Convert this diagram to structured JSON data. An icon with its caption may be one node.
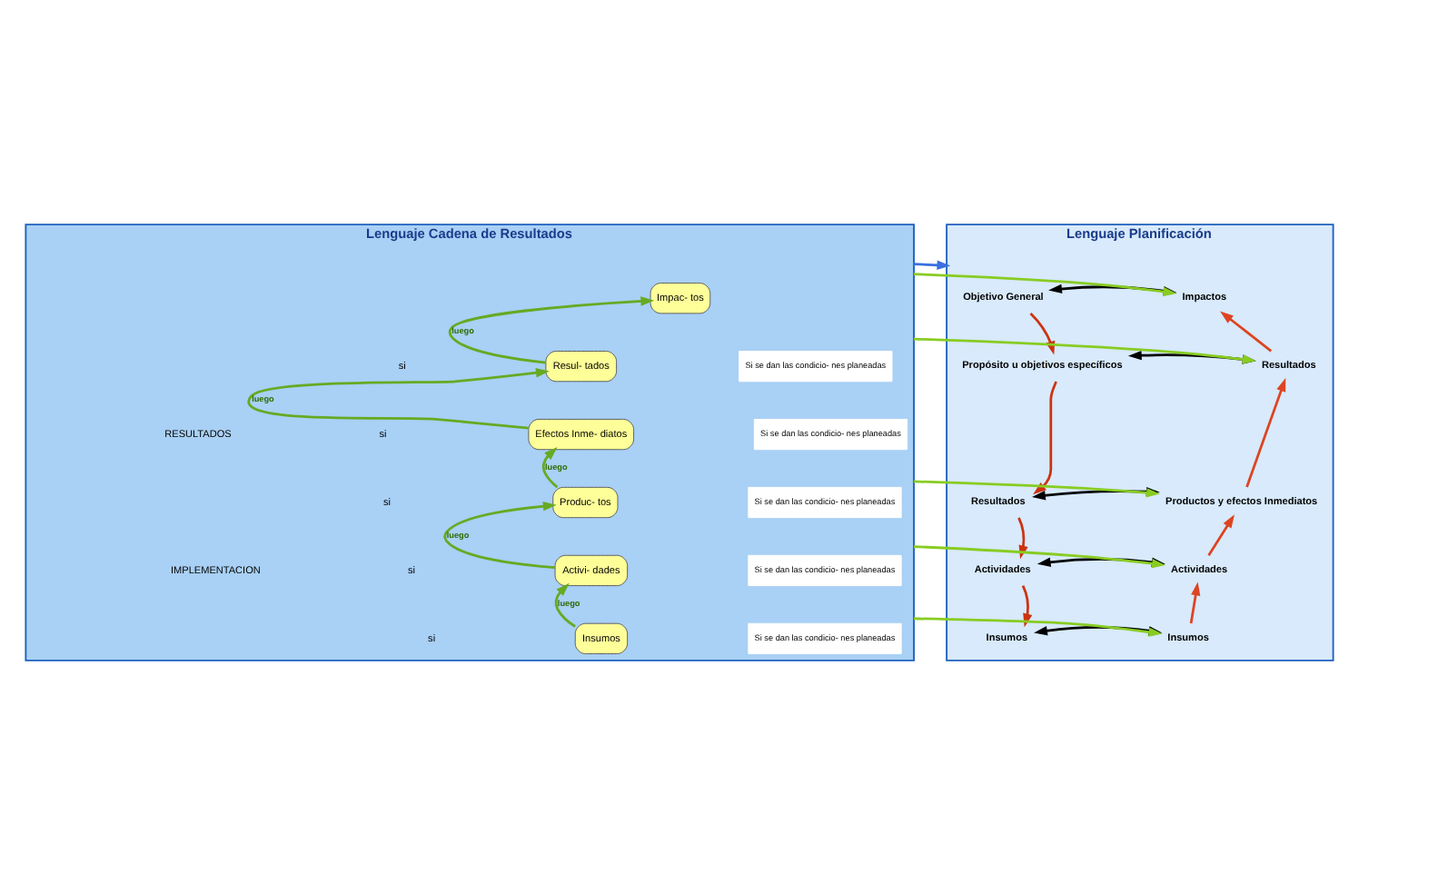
{
  "diagram": {
    "nodes": [
      {
        "text": [
          "Lenguaje Planificación"
        ]
      },
      {
        "text": [
          "Lenguaje Cadena de Resultados"
        ]
      },
      {
        "text": [
          "Objetivo General"
        ],
        "in": 0
      },
      {
        "text": [
          "Impactos"
        ],
        "in": 0
      },
      {
        "text": [
          "Propósito u objetivos específicos"
        ],
        "in": 0
      },
      {
        "text": [
          "Resultados"
        ],
        "in": 0
      },
      {
        "text": [
          "Resultados"
        ],
        "in": 0
      },
      {
        "text": [
          "Productos y efectos Inmediatos"
        ],
        "in": 0
      },
      {
        "text": [
          "Actividades"
        ],
        "in": 0
      },
      {
        "text": [
          "Actividades"
        ],
        "in": 0
      },
      {
        "text": [
          "Insumos"
        ],
        "in": 0
      },
      {
        "text": [
          "Insumos"
        ],
        "in": 0
      },
      {
        "text": [
          "Impac- tos"
        ],
        "in": 1
      },
      {
        "text": [
          "Resul- tados"
        ],
        "in": 1
      },
      {
        "text": [
          "Efectos Inme- diatos"
        ],
        "in": 1
      },
      {
        "text": [
          "Produc- tos"
        ],
        "in": 1
      },
      {
        "text": [
          "Activi- dades"
        ],
        "in": 1
      },
      {
        "text": [
          "Insumos"
        ],
        "in": 1
      },
      {
        "text": [
          "Si se dan las condicio- nes planeadas"
        ],
        "in": 1
      },
      {
        "text": [
          "Si se dan las condicio- nes planeadas"
        ],
        "in": 1
      },
      {
        "text": [
          "Si se dan las condicio- nes planeadas"
        ],
        "in": 1
      },
      {
        "text": [
          "Si se dan las condicio- nes planeadas"
        ],
        "in": 1
      },
      {
        "text": [
          "Si se dan las condicio- nes planeadas"
        ],
        "in": 1
      }
    ],
    "edges": [
      {
        "from": 1,
        "to": 0,
        "arrow": "to",
        "color": "#3a6fe0"
      },
      {
        "from": 2,
        "to": 3,
        "arrow": "both"
      },
      {
        "from": 4,
        "to": 5,
        "arrow": "both"
      },
      {
        "from": 6,
        "to": 7,
        "arrow": "both"
      },
      {
        "from": 8,
        "to": 9,
        "arrow": "both"
      },
      {
        "from": 10,
        "to": 11,
        "arrow": "both"
      },
      {
        "from": 2,
        "to": 4,
        "arrow": "to",
        "color": "#cc3311"
      },
      {
        "from": 4,
        "to": 6,
        "arrow": "to",
        "color": "#cc3311"
      },
      {
        "from": 6,
        "to": 8,
        "arrow": "to",
        "color": "#cc3311"
      },
      {
        "from": 8,
        "to": 10,
        "arrow": "to",
        "color": "#cc3311"
      },
      {
        "from": 11,
        "to": 9,
        "arrow": "to",
        "color": "#dd4422"
      },
      {
        "from": 9,
        "to": 7,
        "arrow": "to",
        "color": "#dd4422"
      },
      {
        "from": 7,
        "to": 5,
        "arrow": "to",
        "color": "#dd4422"
      },
      {
        "from": 5,
        "to": 3,
        "arrow": "to",
        "color": "#dd4422"
      },
      {
        "from": 1,
        "to": 3,
        "arrow": "to",
        "color": "#88cc22"
      },
      {
        "from": 1,
        "to": 5,
        "arrow": "to",
        "color": "#88cc22"
      },
      {
        "from": 1,
        "to": 7,
        "arrow": "to",
        "color": "#88cc22"
      },
      {
        "from": 1,
        "to": 9,
        "arrow": "to",
        "color": "#88cc22"
      },
      {
        "from": 1,
        "to": 11,
        "arrow": "to",
        "color": "#88cc22"
      },
      {
        "from": 17,
        "to": 16,
        "arrow": "to",
        "label": "luego",
        "color": "#66aa22"
      },
      {
        "from": 16,
        "to": 15,
        "arrow": "to",
        "label": "luego",
        "color": "#66aa22"
      },
      {
        "from": 15,
        "to": 14,
        "arrow": "to",
        "label": "luego",
        "color": "#66aa22"
      },
      {
        "from": 14,
        "to": 13,
        "arrow": "to",
        "label": "luego",
        "color": "#66aa22"
      },
      {
        "from": 13,
        "to": 12,
        "arrow": "to",
        "label": "luego",
        "color": "#66aa22"
      }
    ],
    "labels": [
      "RESULTADOS",
      "si",
      "si",
      "IMPLEMENTACION",
      "si",
      "si",
      "si"
    ]
  }
}
